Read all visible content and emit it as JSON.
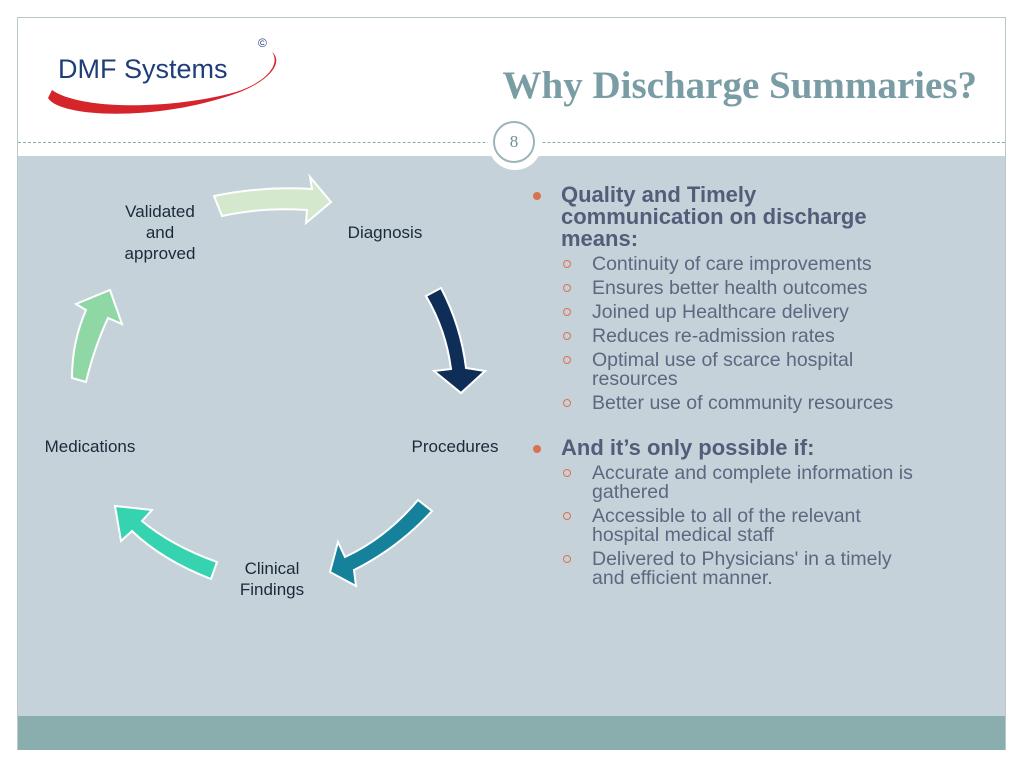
{
  "header": {
    "logo_text": "DMF Systems",
    "logo_mark": "©",
    "title": "Why Discharge Summaries?",
    "slide_number": "8"
  },
  "cycle": {
    "validated": [
      "Validated",
      "and",
      "approved"
    ],
    "diagnosis": "Diagnosis",
    "procedures": "Procedures",
    "clinical": [
      "Clinical",
      "Findings"
    ],
    "medications": "Medications"
  },
  "bullets": {
    "b1_heading": [
      "Quality and Timely",
      "communication on discharge",
      "means:"
    ],
    "b1_items": [
      [
        "Continuity of care improvements"
      ],
      [
        "Ensures better health outcomes"
      ],
      [
        "Joined up Healthcare delivery"
      ],
      [
        "Reduces re-admission rates"
      ],
      [
        "Optimal use of scarce hospital",
        "resources"
      ],
      [
        "Better use of community resources"
      ]
    ],
    "b2_heading": [
      "And it’s only possible if:"
    ],
    "b2_items": [
      [
        "Accurate and complete information is",
        "gathered"
      ],
      [
        "Accessible to all of the relevant",
        "hospital medical staff"
      ],
      [
        "Delivered to Physicians' in a timely",
        "and efficient manner."
      ]
    ]
  },
  "colors": {
    "title": "#7a9da5",
    "content_bg": "#c6d2d9",
    "footer_bg": "#8aadad",
    "bullet_accent": "#d9734f",
    "arrow_diagnosis_to_procedures": "#0f2e57",
    "arrow_procedures_to_clinical": "#15819a",
    "arrow_clinical_to_medications": "#35d3b0",
    "arrow_medications_to_validated": "#8fd7a4",
    "arrow_validated_to_diagnosis": "#d4e8ce"
  }
}
